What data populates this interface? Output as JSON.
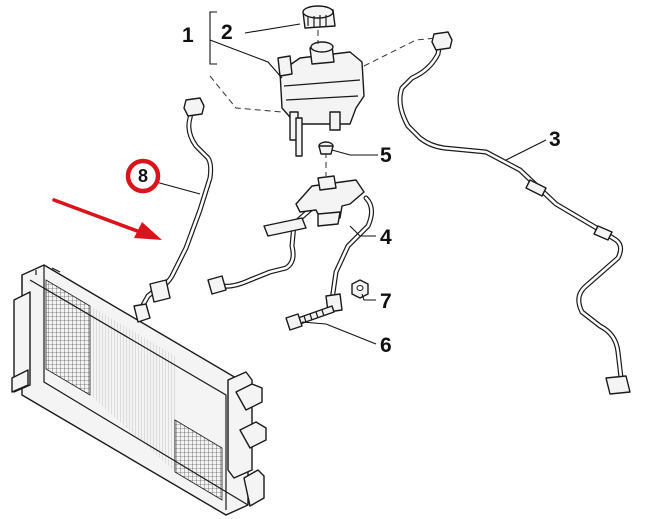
{
  "callouts": {
    "c1": "1",
    "c2": "2",
    "c3": "3",
    "c4": "4",
    "c5": "5",
    "c6": "6",
    "c7": "7",
    "c8": "8"
  },
  "colors": {
    "highlight": "#d9141c",
    "arrow": "#d9141c",
    "line": "#1a1a1a"
  }
}
